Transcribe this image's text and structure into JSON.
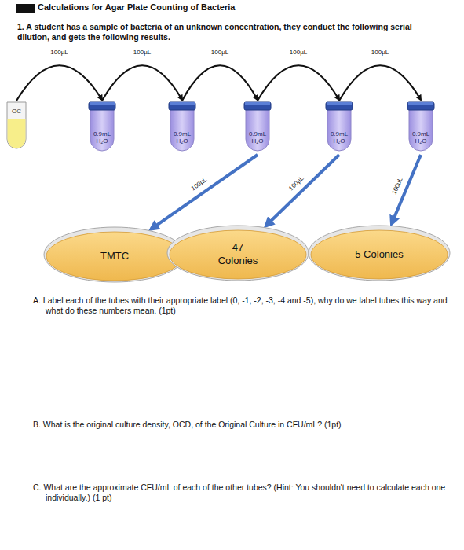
{
  "diagram": {
    "title": "Calculations for Agar Plate Counting of Bacteria",
    "nodes": [
      {
        "text": [
          "OC"
        ]
      },
      {
        "text": [
          "0.9mL H₂O"
        ]
      },
      {
        "text": [
          "0.9mL H₂O"
        ]
      },
      {
        "text": [
          "0.9mL H₂O"
        ]
      },
      {
        "text": [
          "0.9mL H₂O"
        ]
      },
      {
        "text": [
          "0.9mL H₂O"
        ]
      },
      {
        "text": [
          "TMTC"
        ]
      },
      {
        "text": [
          "47 Colonies"
        ]
      },
      {
        "text": [
          "5 Colonies"
        ]
      }
    ],
    "edges": [
      {
        "from": 0,
        "to": 1,
        "label": "100µL",
        "arrow": "to"
      },
      {
        "from": 1,
        "to": 2,
        "label": "100µL",
        "arrow": "to"
      },
      {
        "from": 2,
        "to": 3,
        "label": "100µL",
        "arrow": "to"
      },
      {
        "from": 3,
        "to": 4,
        "label": "100µL",
        "arrow": "to"
      },
      {
        "from": 4,
        "to": 5,
        "label": "100µL",
        "arrow": "to"
      },
      {
        "from": 3,
        "to": 6,
        "label": "100µL",
        "arrow": "to"
      },
      {
        "from": 4,
        "to": 7,
        "label": "100µL",
        "arrow": "to"
      },
      {
        "from": 5,
        "to": 8,
        "label": "100µL",
        "arrow": "to"
      }
    ],
    "labels": [
      "1. A student has a sample of bacteria of an unknown concentration, they conduct the following serial dilution, and gets the following results.",
      "A. Label each of the tubes with their appropriate label (0, -1, -2, -3, -4 and -5), why do we label tubes this way and what do these numbers mean. (1pt)",
      "B. What is the original culture density, OCD, of the Original Culture in CFU/mL? (1pt)",
      "C. What are the approximate CFU/mL of each of the other tubes? (Hint: You shouldn't need to calculate each one individually.) (1 pt)"
    ]
  }
}
